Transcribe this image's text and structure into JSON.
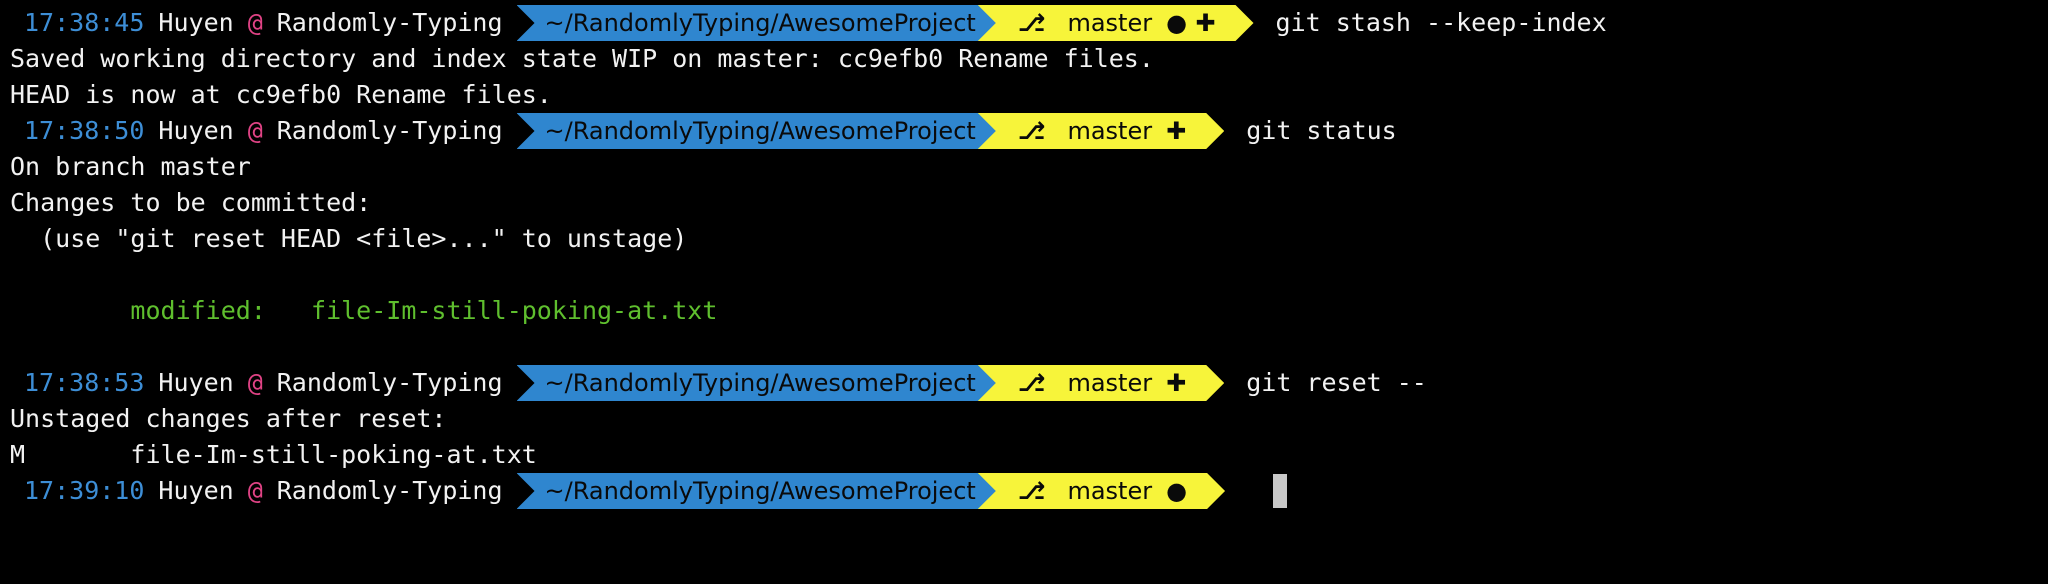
{
  "colors": {
    "background": "#000000",
    "time": "#3d8ed6",
    "at": "#e04385",
    "path_segment": "#2f86cf",
    "git_segment": "#f7f43a",
    "staged_text": "#5fbf2e"
  },
  "prompt": {
    "user": "Huyen",
    "at": "@",
    "host": "Randomly-Typing",
    "path": "~/RandomlyTyping/AwesomeProject",
    "branch": "master",
    "branch_icon": "git-branch-icon"
  },
  "blocks": [
    {
      "time": "17:38:45",
      "status": "● ✚",
      "command": "git stash --keep-index",
      "output": [
        "Saved working directory and index state WIP on master: cc9efb0 Rename files.",
        "HEAD is now at cc9efb0 Rename files."
      ]
    },
    {
      "time": "17:38:50",
      "status": "✚",
      "command": "git status",
      "output": [
        "On branch master",
        "Changes to be committed:",
        "  (use \"git reset HEAD <file>...\" to unstage)",
        "",
        "        modified:   file-Im-still-poking-at.txt",
        ""
      ]
    },
    {
      "time": "17:38:53",
      "status": "✚",
      "command": "git reset --",
      "output": [
        "Unstaged changes after reset:",
        "M       file-Im-still-poking-at.txt"
      ]
    },
    {
      "time": "17:39:10",
      "status": "●",
      "command": "",
      "output": []
    }
  ]
}
